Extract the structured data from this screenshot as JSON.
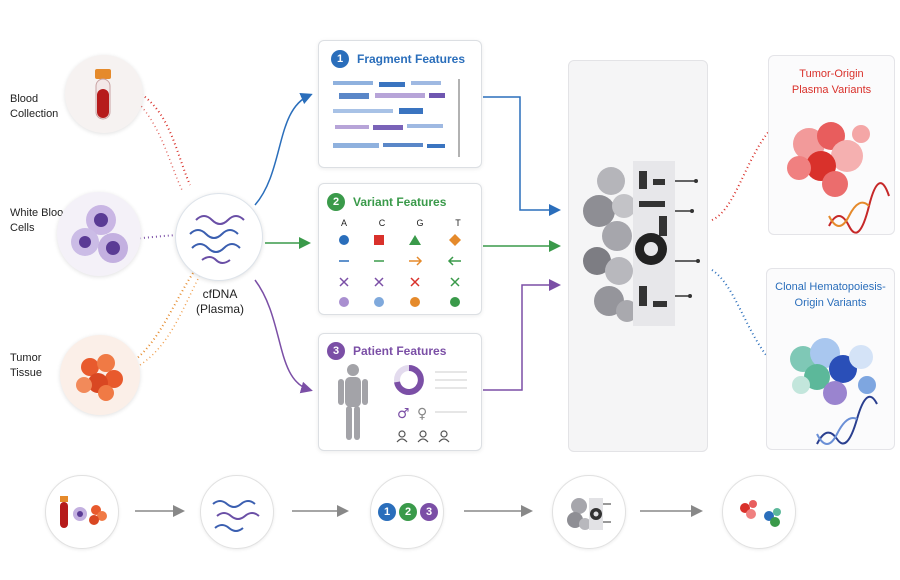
{
  "sources": {
    "blood": "Blood\nCollection",
    "wbc": "White Blood\nCells",
    "tumor": "Tumor\nTissue"
  },
  "cfdna": {
    "line1": "cfDNA",
    "line2": "(Plasma)"
  },
  "features": [
    {
      "number": "1",
      "title": "Fragment Features",
      "color": "#2a6ebb"
    },
    {
      "number": "2",
      "title": "Variant Features",
      "color": "#3a9a4a"
    },
    {
      "number": "3",
      "title": "Patient Features",
      "color": "#7b4fa6"
    }
  ],
  "variant_letters": [
    "A",
    "C",
    "G",
    "T"
  ],
  "outputs": {
    "tumor_line1": "Tumor-Origin",
    "tumor_line2": "Plasma Variants",
    "tumor_color": "#d9312b",
    "ch_line1": "Clonal Hematopoiesis-",
    "ch_line2": "Origin Variants",
    "ch_color": "#2a6ebb"
  },
  "bottom_steps": [
    "1",
    "2",
    "3"
  ],
  "icons": [
    "blood-tube-icon",
    "white-blood-cell-icon",
    "tumor-tissue-icon",
    "dna-strands-icon",
    "human-body-icon",
    "ai-brain-icon",
    "dna-helix-icon"
  ]
}
